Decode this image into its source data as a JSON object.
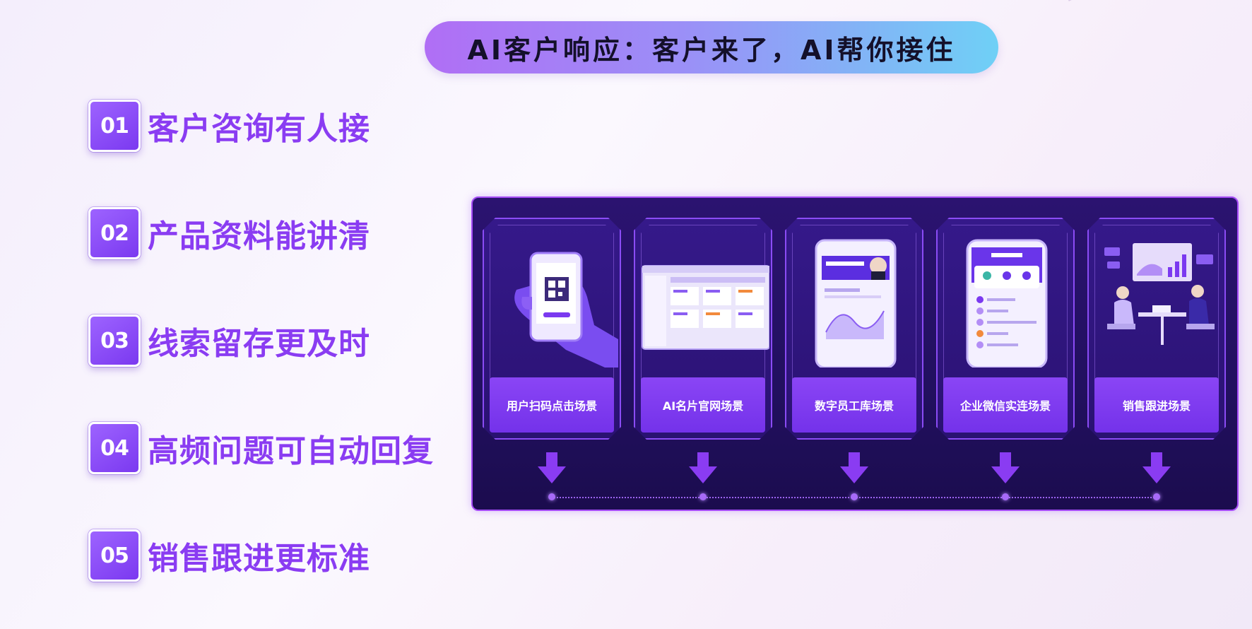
{
  "title": "AI客户响应：客户来了，AI帮你接住",
  "points": [
    {
      "number": "01",
      "text": "客户咨询有人接"
    },
    {
      "number": "02",
      "text": "产品资料能讲清"
    },
    {
      "number": "03",
      "text": "线索留存更及时"
    },
    {
      "number": "04",
      "text": "高频问题可自动回复"
    },
    {
      "number": "05",
      "text": "销售跟进更标准"
    }
  ],
  "scenes": [
    {
      "label": "用户扫码点击场景",
      "icon": "qr-phone-hand-icon"
    },
    {
      "label": "AI名片官网场景",
      "icon": "web-dashboard-icon"
    },
    {
      "label": "数字员工库场景",
      "icon": "digital-employee-phone-icon"
    },
    {
      "label": "企业微信实连场景",
      "icon": "wechat-work-phone-icon"
    },
    {
      "label": "销售跟进场景",
      "icon": "sales-meeting-icon"
    }
  ],
  "colors": {
    "accent": "#8a3cf2",
    "panel_bg": "#24106a",
    "badge": "#7b39f0"
  }
}
